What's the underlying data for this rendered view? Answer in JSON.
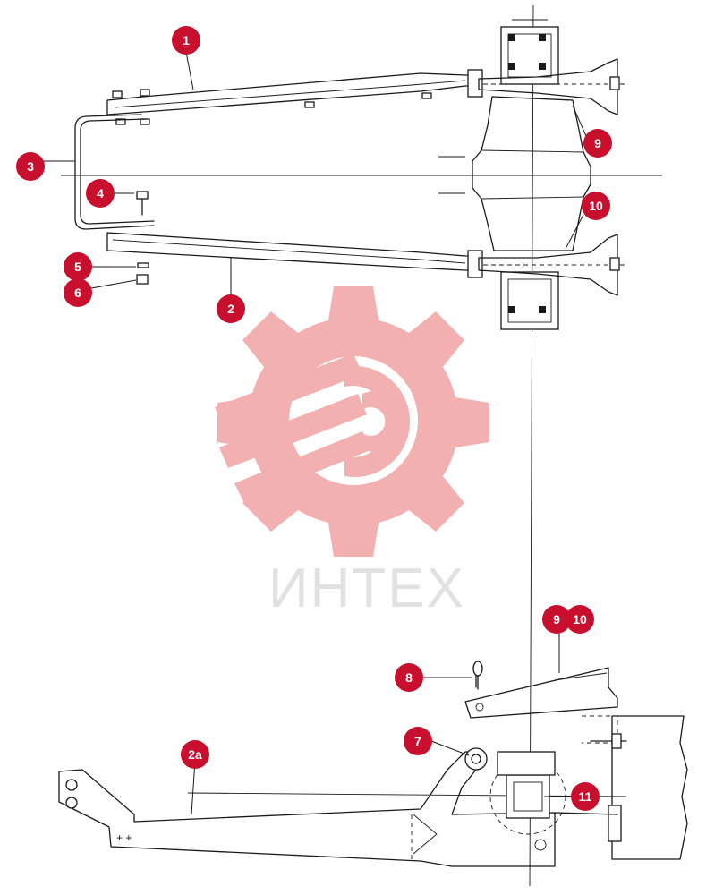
{
  "watermark": {
    "text": "ИНТЕХ",
    "gear_color": "#f2a3a3",
    "text_color": "#dcdcdc"
  },
  "callout_color": "#c8102e",
  "callouts": [
    {
      "label": "1"
    },
    {
      "label": "2"
    },
    {
      "label": "3"
    },
    {
      "label": "4"
    },
    {
      "label": "5"
    },
    {
      "label": "6"
    },
    {
      "label": "9"
    },
    {
      "label": "10"
    },
    {
      "label": "9"
    },
    {
      "label": "10"
    },
    {
      "label": "8"
    },
    {
      "label": "7"
    },
    {
      "label": "2a"
    },
    {
      "label": "11"
    }
  ]
}
